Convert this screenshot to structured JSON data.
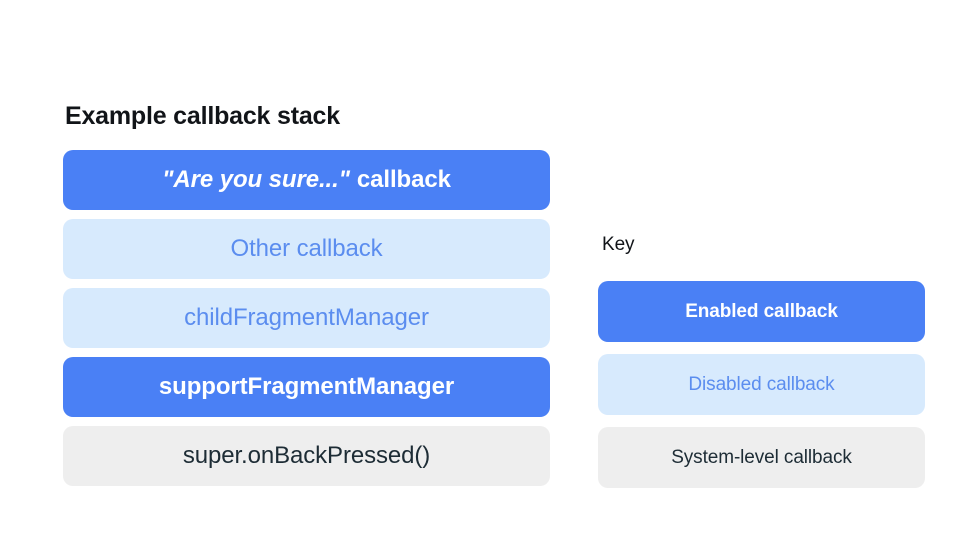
{
  "colors": {
    "background": "#ffffff",
    "enabled_fill": "#4a80f5",
    "enabled_text": "#ffffff",
    "disabled_fill": "#d7eafd",
    "disabled_text": "#5b8def",
    "system_fill": "#eeeeee",
    "system_text": "#1d2c35",
    "heading_text": "#111418"
  },
  "stack": {
    "title": "Example callback stack",
    "items": [
      {
        "label": "\"Are you sure...\" callback",
        "quoted_part": "\"Are you sure...\"",
        "tail_part": "callback",
        "state": "enabled"
      },
      {
        "label": "Other callback",
        "state": "disabled"
      },
      {
        "label": "childFragmentManager",
        "state": "disabled"
      },
      {
        "label": "supportFragmentManager",
        "state": "enabled"
      },
      {
        "label": "super.onBackPressed()",
        "state": "system"
      }
    ]
  },
  "key": {
    "title": "Key",
    "items": [
      {
        "label": "Enabled callback",
        "state": "enabled"
      },
      {
        "label": "Disabled callback",
        "state": "disabled"
      },
      {
        "label": "System-level callback",
        "state": "system"
      }
    ]
  }
}
